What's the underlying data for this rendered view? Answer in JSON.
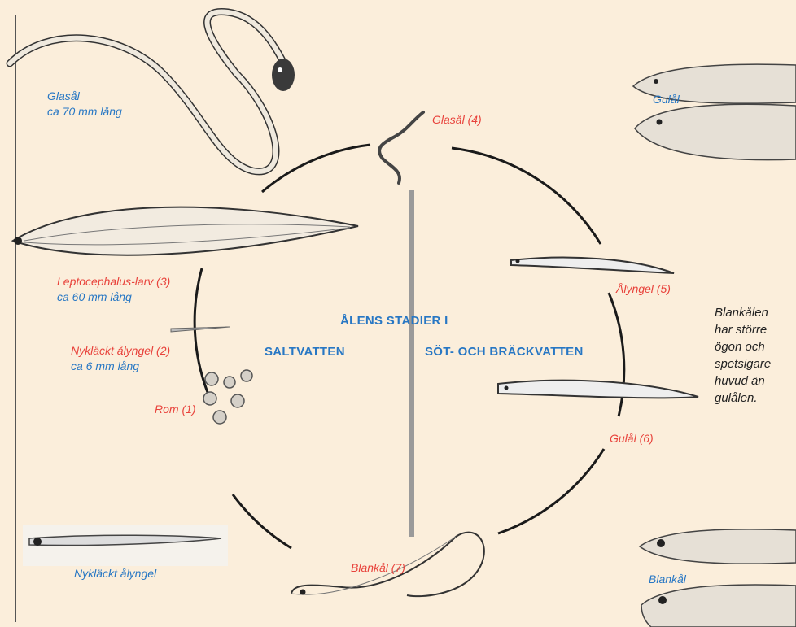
{
  "headings": {
    "title": "ÅLENS STADIER I",
    "saltwater": "SALTVATTEN",
    "fresh": "SÖT- OCH BRÄCKVATTEN"
  },
  "labels": {
    "glasal_big": "Glasål",
    "glasal_big_size": "ca 70 mm lång",
    "glasal_4": "Glasål (4)",
    "leptocephalus": "Leptocephalus-larv (3)",
    "leptocephalus_size": "ca 60 mm lång",
    "nyklackt_2": "Nykläckt ålyngel (2)",
    "nyklackt_2_size": "ca 6 mm lång",
    "rom": "Rom (1)",
    "nyklackt_bottom": "Nykläckt ålyngel",
    "alyngel_5": "Ålyngel (5)",
    "gulal_6": "Gulål (6)",
    "blankal_7": "Blankål (7)",
    "gulal_side": "Gulål",
    "blankal_side": "Blankål"
  },
  "note": [
    "Blankålen",
    "har större",
    "ögon och",
    "spetsigare",
    "huvud än",
    "gulålen."
  ],
  "colors": {
    "background": "#fbeedb",
    "stage_label": "#e8423b",
    "info_label": "#2777c4",
    "divider": "#9a9a9a",
    "circle": "#1a1a1a"
  }
}
